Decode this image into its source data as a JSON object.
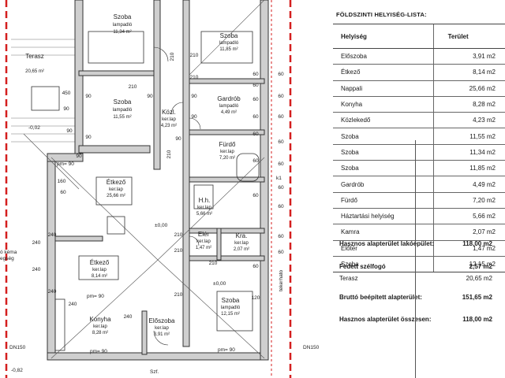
{
  "plan": {
    "rooms": [
      {
        "name": "Szoba",
        "sub": "lampadló",
        "area": "11,34 m²"
      },
      {
        "name": "Szoba",
        "sub": "lampadló",
        "area": "11,85 m²"
      },
      {
        "name": "Terasz",
        "area": "20,65 m²"
      },
      {
        "name": "Szoba",
        "sub": "lampadló",
        "area": "11,55 m²"
      },
      {
        "name": "Közl.",
        "sub": "ker.lap",
        "area": "4,23 m²"
      },
      {
        "name": "Gardrób",
        "sub": "lampadló",
        "area": "4,49 m²"
      },
      {
        "name": "Fürdő",
        "sub": "ker.lap",
        "area": "7,20 m²"
      },
      {
        "name": "Étkező",
        "sub": "ker.lap",
        "area": "25,66 m²"
      },
      {
        "name": "H.h.",
        "sub": "ker.lap",
        "area": "5,66 m²"
      },
      {
        "name": "Elér",
        "sub": "ker.lap",
        "area": "1,47 m²"
      },
      {
        "name": "Kra.",
        "sub": "ker.lap",
        "area": "2,07 m²"
      },
      {
        "name": "Étkező",
        "sub": "ker.lap",
        "area": "8,14 m²"
      },
      {
        "name": "Szoba",
        "sub": "lampadló",
        "area": "12,15 m²"
      },
      {
        "name": "Konyha",
        "sub": "ker.lap",
        "area": "8,28 m²"
      },
      {
        "name": "Előszoba",
        "sub": "ker.lap",
        "area": "3,91 m²"
      }
    ],
    "labels": {
      "level_a": "-0,02",
      "level_b": "±0,00",
      "level_c": "±0,00",
      "level_d": "-0,82",
      "dn_left": "DN150",
      "dn_right": "DN150",
      "pm_a": "pm= 90",
      "pm_b": "pm= 90",
      "pm_c": "pm= 90",
      "pm_d": "pm= 90",
      "k1": "k1",
      "szf": "Szf.",
      "side_a": "ó kéma",
      "side_b": "egség",
      "vertical": "tekerhato"
    },
    "dims": [
      "210",
      "210",
      "210",
      "90",
      "90",
      "90",
      "210",
      "90",
      "60",
      "60",
      "60",
      "60",
      "60",
      "60",
      "60",
      "60",
      "60",
      "60",
      "60",
      "60",
      "60",
      "60",
      "60",
      "240",
      "240",
      "240",
      "240",
      "240",
      "240",
      "210",
      "210",
      "210",
      "210",
      "90",
      "90",
      "90",
      "90",
      "450",
      "160",
      "60",
      "90",
      "210",
      "120",
      "60",
      "60"
    ]
  },
  "schedule": {
    "title": "FÖLDSZINTI HELYISÉG-LISTA:",
    "col_room": "Helyiség",
    "col_area": "Terület",
    "rows": [
      {
        "room": "Előszoba",
        "area": "3,91 m2"
      },
      {
        "room": "Étkező",
        "area": "8,14 m2"
      },
      {
        "room": "Nappali",
        "area": "25,66 m2"
      },
      {
        "room": "Konyha",
        "area": "8,28 m2"
      },
      {
        "room": "Közlekedő",
        "area": "4,23 m2"
      },
      {
        "room": "Szoba",
        "area": "11,55 m2"
      },
      {
        "room": "Szoba",
        "area": "11,34 m2"
      },
      {
        "room": "Szoba",
        "area": "11,85 m2"
      },
      {
        "room": "Gardrób",
        "area": "4,49 m2"
      },
      {
        "room": "Fürdő",
        "area": "7,20 m2"
      },
      {
        "room": "Háztartási helyiség",
        "area": "5,66 m2"
      },
      {
        "room": "Kamra",
        "area": "2,07 m2"
      },
      {
        "room": "Előtér",
        "area": "1,47 m2"
      },
      {
        "room": "Szoba",
        "area": "12,15 m2"
      }
    ],
    "useful_living_label": "Hasznos alapterület lakóépület:",
    "useful_living_value": "118,00 m2",
    "covered_label": "Fedett szélfogó",
    "covered_value": "2,57 m2",
    "terrace_label": "Terasz",
    "terrace_value": "20,65 m2",
    "gross_label": "Bruttó beépített alapterület:",
    "gross_value": "151,65 m2",
    "useful_total_label": "Hasznos alapterület összesen:",
    "useful_total_value": "118,00 m2"
  }
}
